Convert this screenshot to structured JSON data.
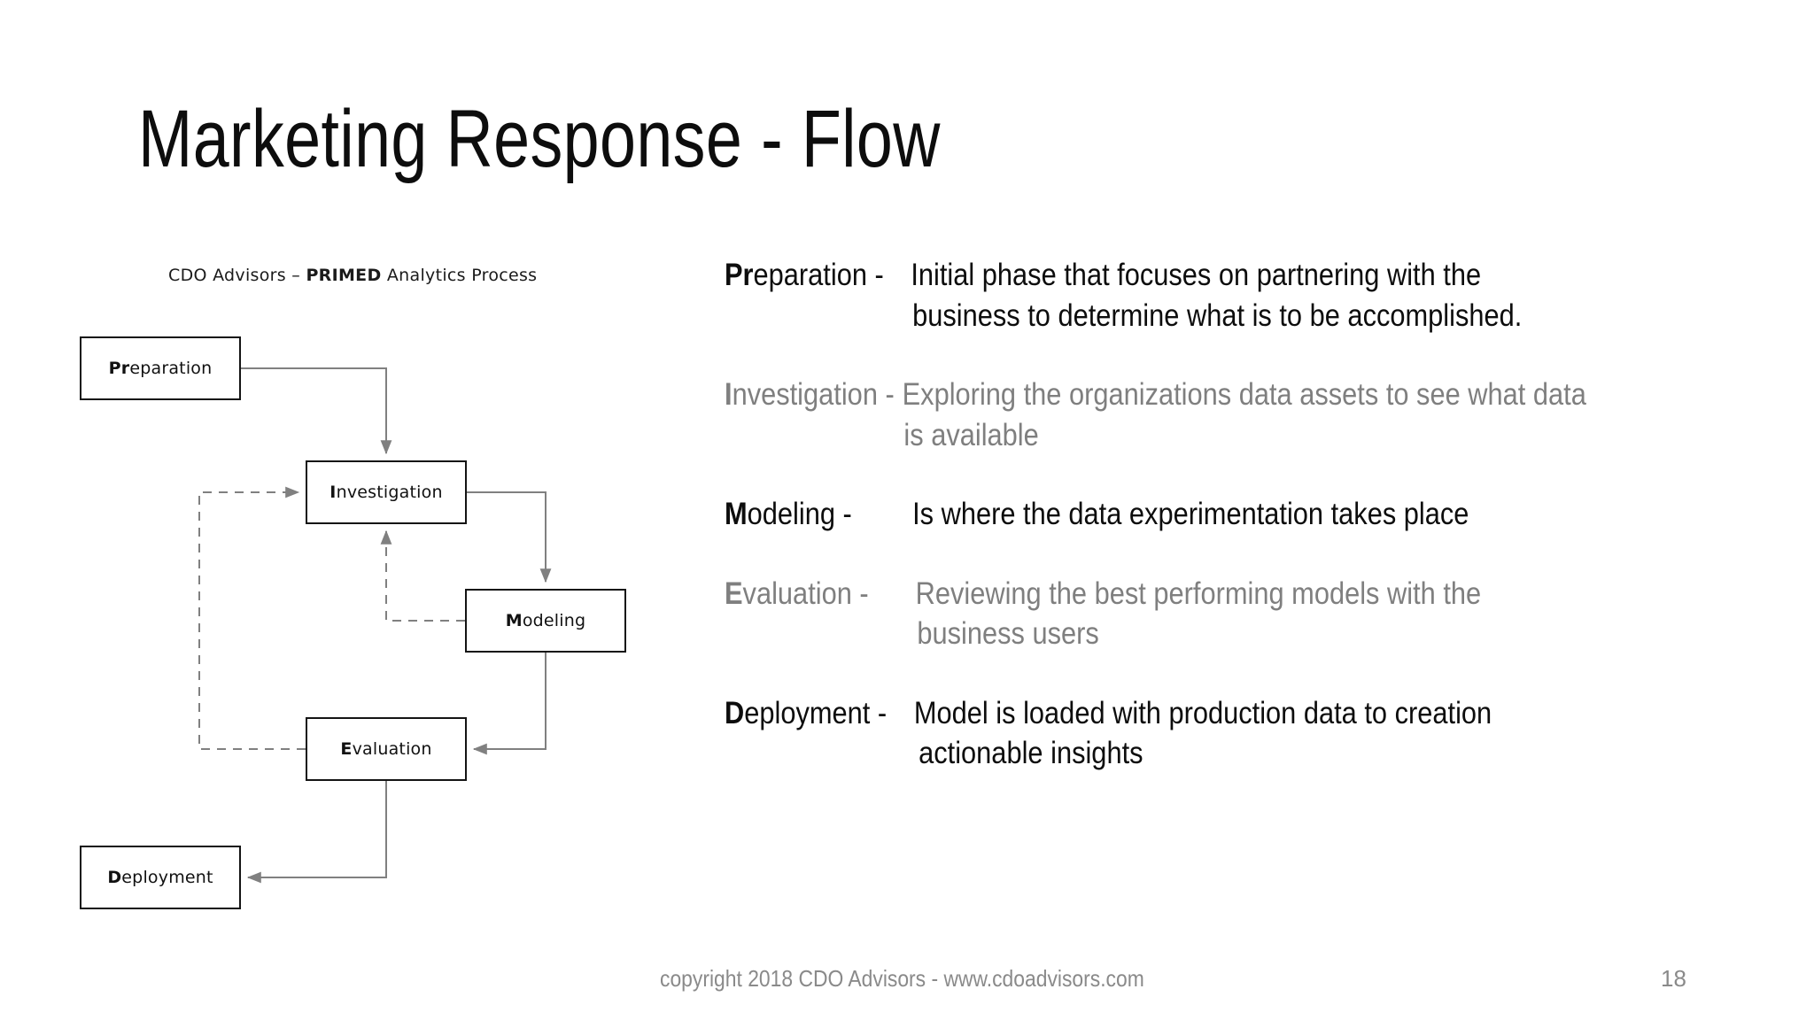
{
  "slide": {
    "title": "Marketing Response - Flow",
    "page_number": "18",
    "copyright": "copyright 2018 CDO Advisors - www.cdoadvisors.com"
  },
  "diagram": {
    "caption_pre": "CDO Advisors – ",
    "caption_bold": "PRIMED",
    "caption_post": " Analytics Process",
    "nodes": [
      {
        "id": "preparation",
        "bold": "Pr",
        "rest": "eparation"
      },
      {
        "id": "investigation",
        "bold": "I",
        "rest": "nvestigation"
      },
      {
        "id": "modeling",
        "bold": "M",
        "rest": "odeling"
      },
      {
        "id": "evaluation",
        "bold": "E",
        "rest": "valuation"
      },
      {
        "id": "deployment",
        "bold": "D",
        "rest": "eployment"
      }
    ],
    "connectors": [
      {
        "from": "preparation",
        "to": "investigation",
        "style": "solid",
        "arrow": true
      },
      {
        "from": "investigation",
        "to": "modeling",
        "style": "solid",
        "arrow": true
      },
      {
        "from": "modeling",
        "to": "evaluation",
        "style": "solid",
        "arrow": true
      },
      {
        "from": "evaluation",
        "to": "deployment",
        "style": "solid",
        "arrow": true
      },
      {
        "from": "modeling",
        "to": "investigation",
        "style": "dashed",
        "arrow": true
      },
      {
        "from": "evaluation",
        "to": "investigation",
        "style": "dashed",
        "arrow": true
      }
    ],
    "line_color": "#808080",
    "node_border_color": "#141414"
  },
  "descriptions": [
    {
      "id": "preparation",
      "term_bold": "Pr",
      "term_rest": "eparation -",
      "line1": "Initial phase that focuses on partnering with the",
      "line2": "business to determine what is to be accomplished.",
      "tone": "dark"
    },
    {
      "id": "investigation",
      "term_bold": "I",
      "term_rest": "nvestigation -",
      "line1": "Exploring the organizations data assets to see what data",
      "line2": "is available",
      "tone": "gray"
    },
    {
      "id": "modeling",
      "term_bold": "M",
      "term_rest": "odeling -",
      "line1": "Is where the data experimentation takes place",
      "line2": "",
      "tone": "dark"
    },
    {
      "id": "evaluation",
      "term_bold": "E",
      "term_rest": "valuation -",
      "line1": "Reviewing the best performing models with the",
      "line2": "business users",
      "tone": "gray"
    },
    {
      "id": "deployment",
      "term_bold": "D",
      "term_rest": "eployment -",
      "line1": "Model is loaded with production data to creation",
      "line2": "actionable insights",
      "tone": "dark"
    }
  ]
}
